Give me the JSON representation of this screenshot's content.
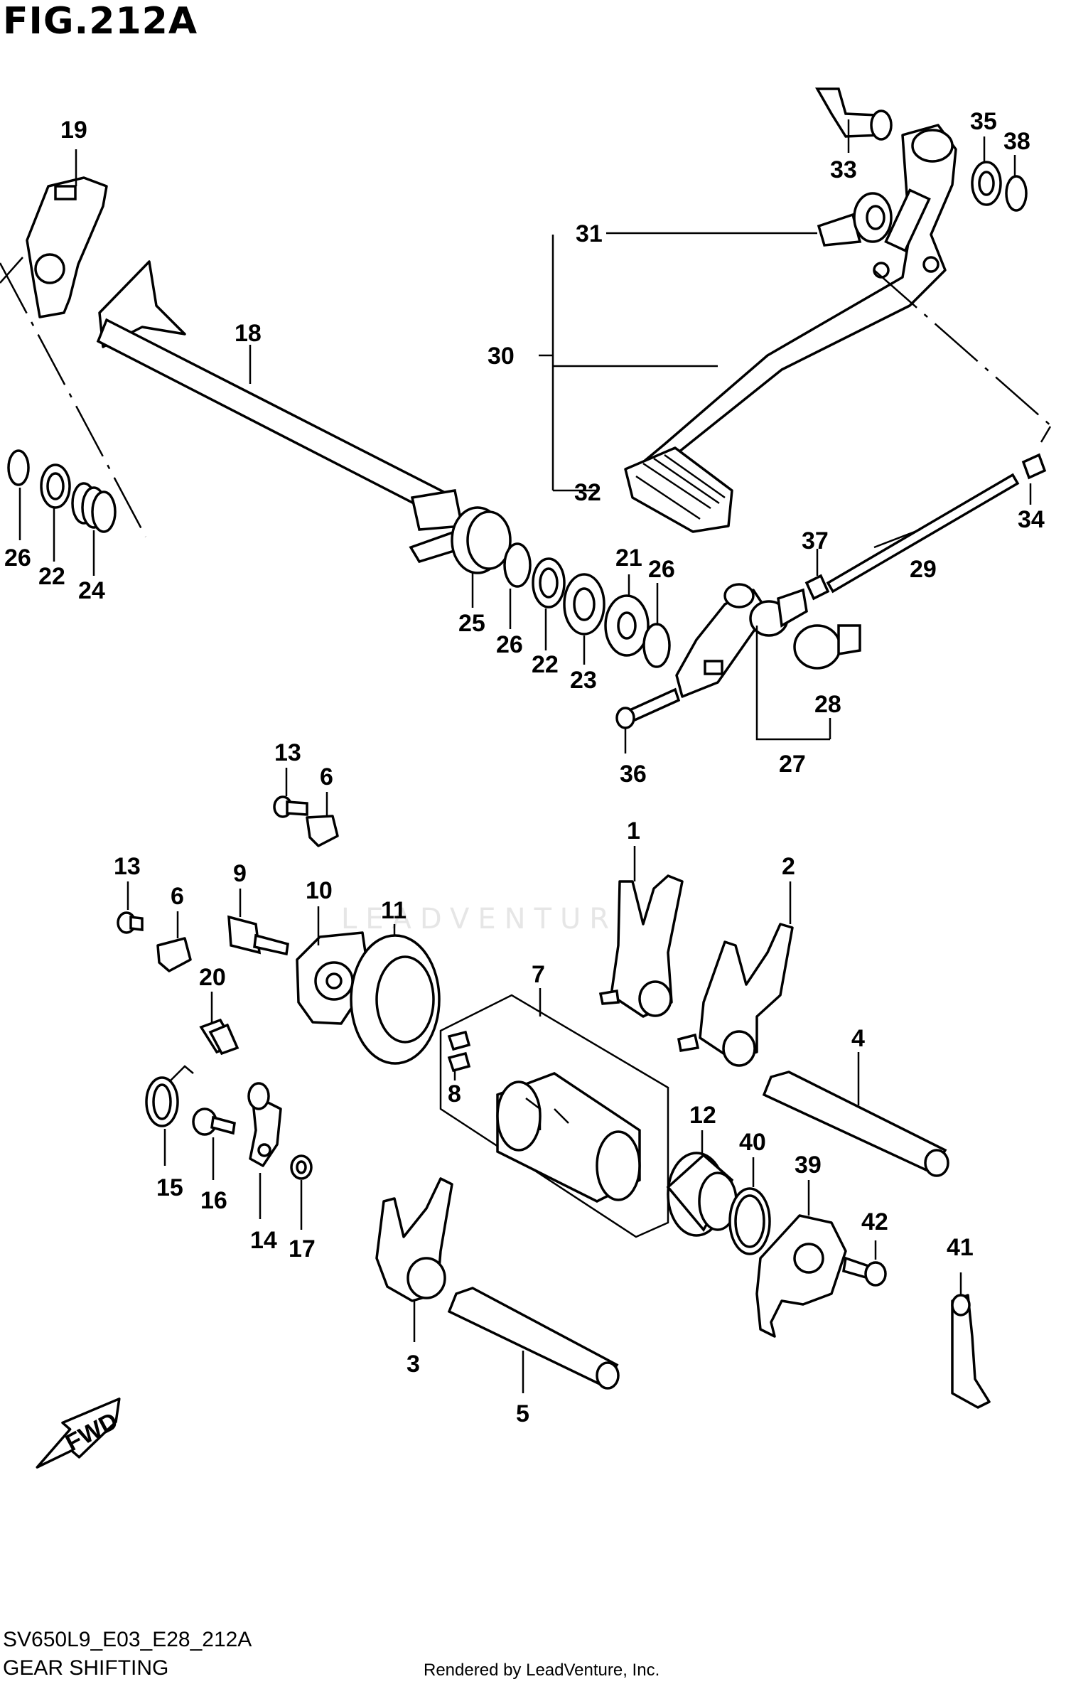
{
  "figure": {
    "title": "FIG.212A",
    "model_code": "SV650L9_E03_E28_212A",
    "section_title": "GEAR SHIFTING",
    "rendered_by": "Rendered by LeadVenture, Inc.",
    "watermark": "LEADVENTURE",
    "fwd_label": "FWD"
  },
  "callouts": {
    "c1": "1",
    "c2": "2",
    "c3": "3",
    "c4": "4",
    "c5": "5",
    "c6a": "6",
    "c6b": "6",
    "c7": "7",
    "c8": "8",
    "c9": "9",
    "c10": "10",
    "c11": "11",
    "c12": "12",
    "c13a": "13",
    "c13b": "13",
    "c14": "14",
    "c15": "15",
    "c16": "16",
    "c17": "17",
    "c18": "18",
    "c19": "19",
    "c20": "20",
    "c21": "21",
    "c22a": "22",
    "c22b": "22",
    "c23": "23",
    "c24": "24",
    "c25": "25",
    "c26a": "26",
    "c26b": "26",
    "c26c": "26",
    "c27": "27",
    "c28": "28",
    "c29": "29",
    "c30": "30",
    "c31": "31",
    "c32": "32",
    "c33": "33",
    "c34": "34",
    "c35": "35",
    "c36": "36",
    "c37": "37",
    "c38": "38",
    "c39": "39",
    "c40": "40",
    "c41": "41",
    "c42": "42"
  }
}
